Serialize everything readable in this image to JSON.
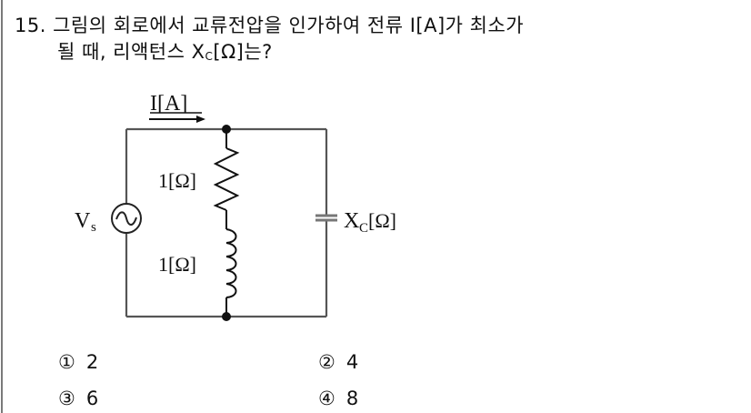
{
  "question": {
    "number": "15.",
    "line1": "그림의 회로에서 교류전압을 인가하여 전류 I[A]가 최소가",
    "line2_prefix": "될 때, 리액턴스 X",
    "line2_sub": "C",
    "line2_suffix": "[Ω]는?"
  },
  "figure": {
    "current_label": "I[A]",
    "source_label": "V",
    "source_sub": "s",
    "resistor_label": "1[Ω]",
    "inductor_label": "1[Ω]",
    "capacitor_label": "X",
    "capacitor_sub": "C",
    "capacitor_unit": "[Ω]"
  },
  "choices": [
    {
      "mark": "①",
      "value": "2"
    },
    {
      "mark": "②",
      "value": "4"
    },
    {
      "mark": "③",
      "value": "6"
    },
    {
      "mark": "④",
      "value": "8"
    }
  ],
  "colors": {
    "wire": "#222222",
    "frame_wire": "#555555",
    "border": "#7a7a7a"
  }
}
